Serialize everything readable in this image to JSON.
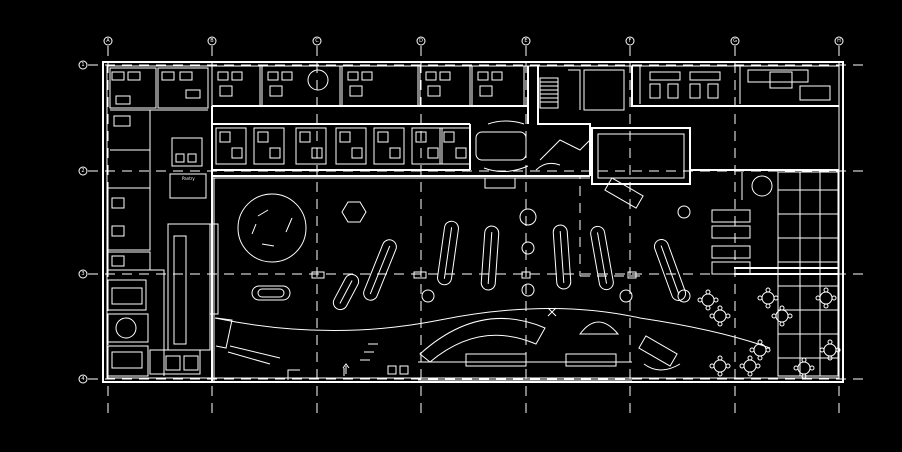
{
  "drawing": {
    "background": "#000000",
    "line_color": "#ffffff"
  },
  "grid_columns": [
    "A",
    "B",
    "C",
    "D",
    "E",
    "F",
    "G",
    "H"
  ],
  "grid_rows": [
    "1",
    "2",
    "3",
    "4"
  ],
  "labels": {
    "room_tag": "Pantry"
  }
}
